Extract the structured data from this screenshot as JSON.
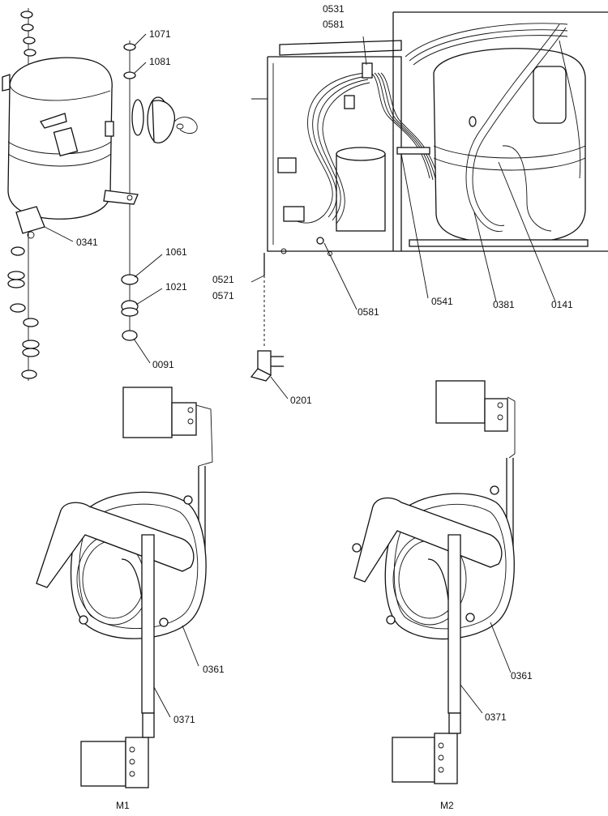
{
  "labels": {
    "l0531": "0531",
    "l0581_top": "0581",
    "l1071": "1071",
    "l1081": "1081",
    "l0341": "0341",
    "l1061": "1061",
    "l1021": "1021",
    "l0091": "0091",
    "l0521": "0521",
    "l0571": "0571",
    "l0581_mid": "0581",
    "l0541": "0541",
    "l0381": "0381",
    "l0141": "0141",
    "l0201": "0201",
    "l0361_m1": "0361",
    "l0371_m1": "0371",
    "l0361_m2": "0361",
    "l0371_m2": "0371",
    "m1": "M1",
    "m2": "M2"
  }
}
